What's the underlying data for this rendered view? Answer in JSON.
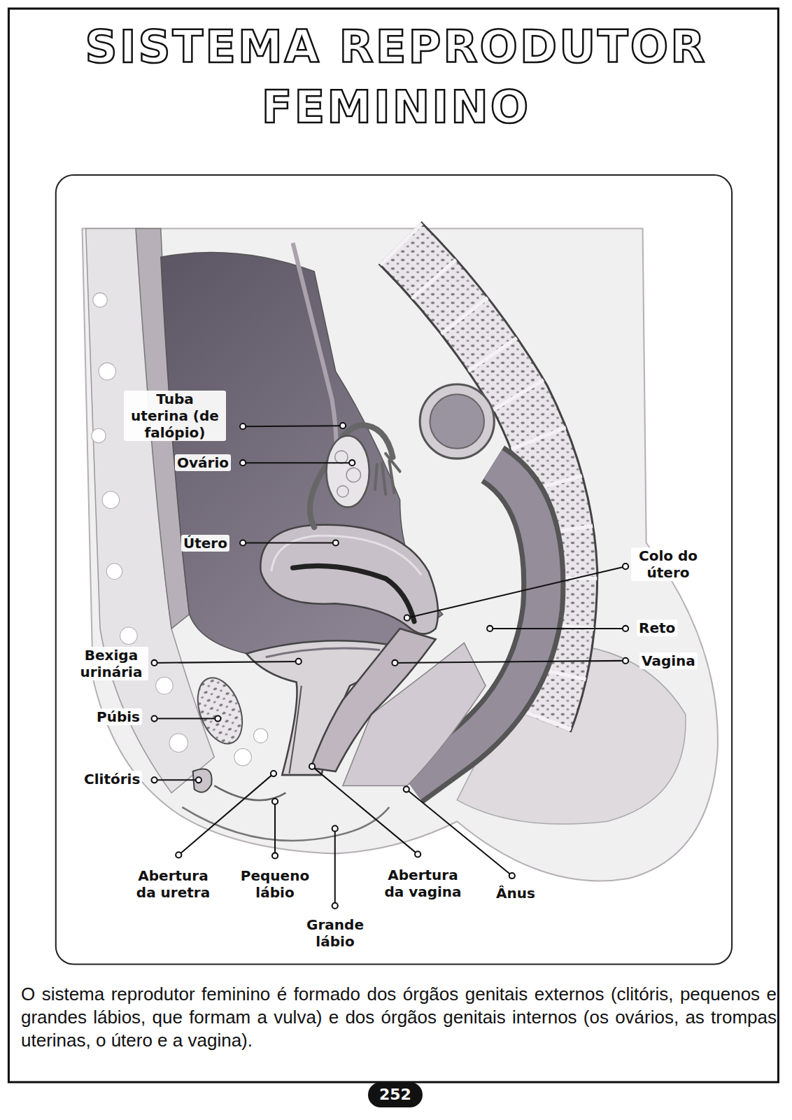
{
  "diagram": {
    "title": "SISTEMA REPRODUTOR FEMININO",
    "caption": "O sistema reprodutor feminino é formado dos órgãos genitais externos (clitóris, pequenos e grandes lábios, que formam a vulva) e dos órgãos genitais internos (os ovários, as trompas uterinas, o útero e a vagina).",
    "labels": [
      "Tuba uterina (de falópio)",
      "Ovário",
      "Útero",
      "Colo do útero",
      "Reto",
      "Bexiga urinária",
      "Vagina",
      "Púbis",
      "Clitóris",
      "Abertura da uretra",
      "Pequeno lábio",
      "Abertura da vagina",
      "Ânus",
      "Grande lábio",
      "252"
    ]
  }
}
